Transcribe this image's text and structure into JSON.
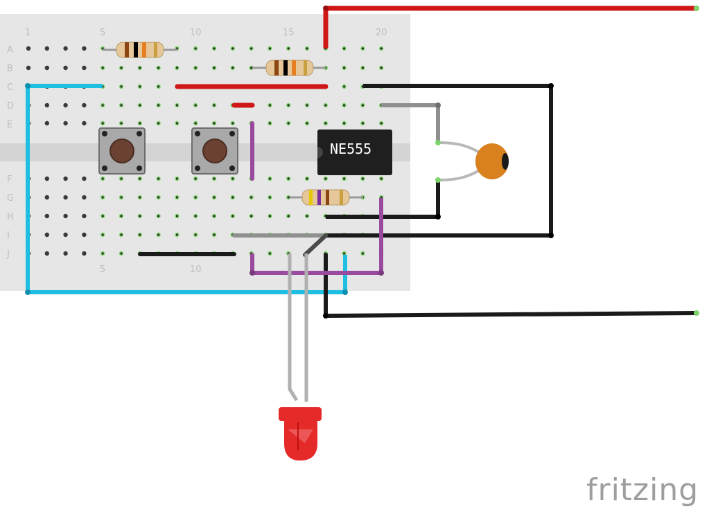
{
  "breadboard": {
    "column_numbers_top": [
      "1",
      "5",
      "10",
      "15",
      "20"
    ],
    "column_numbers_bottom": [
      "5",
      "10"
    ],
    "row_letters_top": [
      "A",
      "B",
      "C",
      "D",
      "E"
    ],
    "row_letters_bottom": [
      "F",
      "G",
      "H",
      "I",
      "J"
    ]
  },
  "components": {
    "chip_label": "NE555"
  },
  "watermark": {
    "brand": "fritzing"
  },
  "colors": {
    "board": "#e6e6e6",
    "gap": "#d2d2d2",
    "hole": "#3a3a3a",
    "connected": "#7ed36b",
    "wire_red": "#d01717",
    "wire_black": "#1a1a1a",
    "wire_cyan": "#1ebfe0",
    "wire_purple": "#9a4a9e",
    "wire_gray": "#8f8f8f",
    "capacitor": "#d9801f",
    "led": "#e52a2a",
    "chip": "#1f1f1f"
  }
}
